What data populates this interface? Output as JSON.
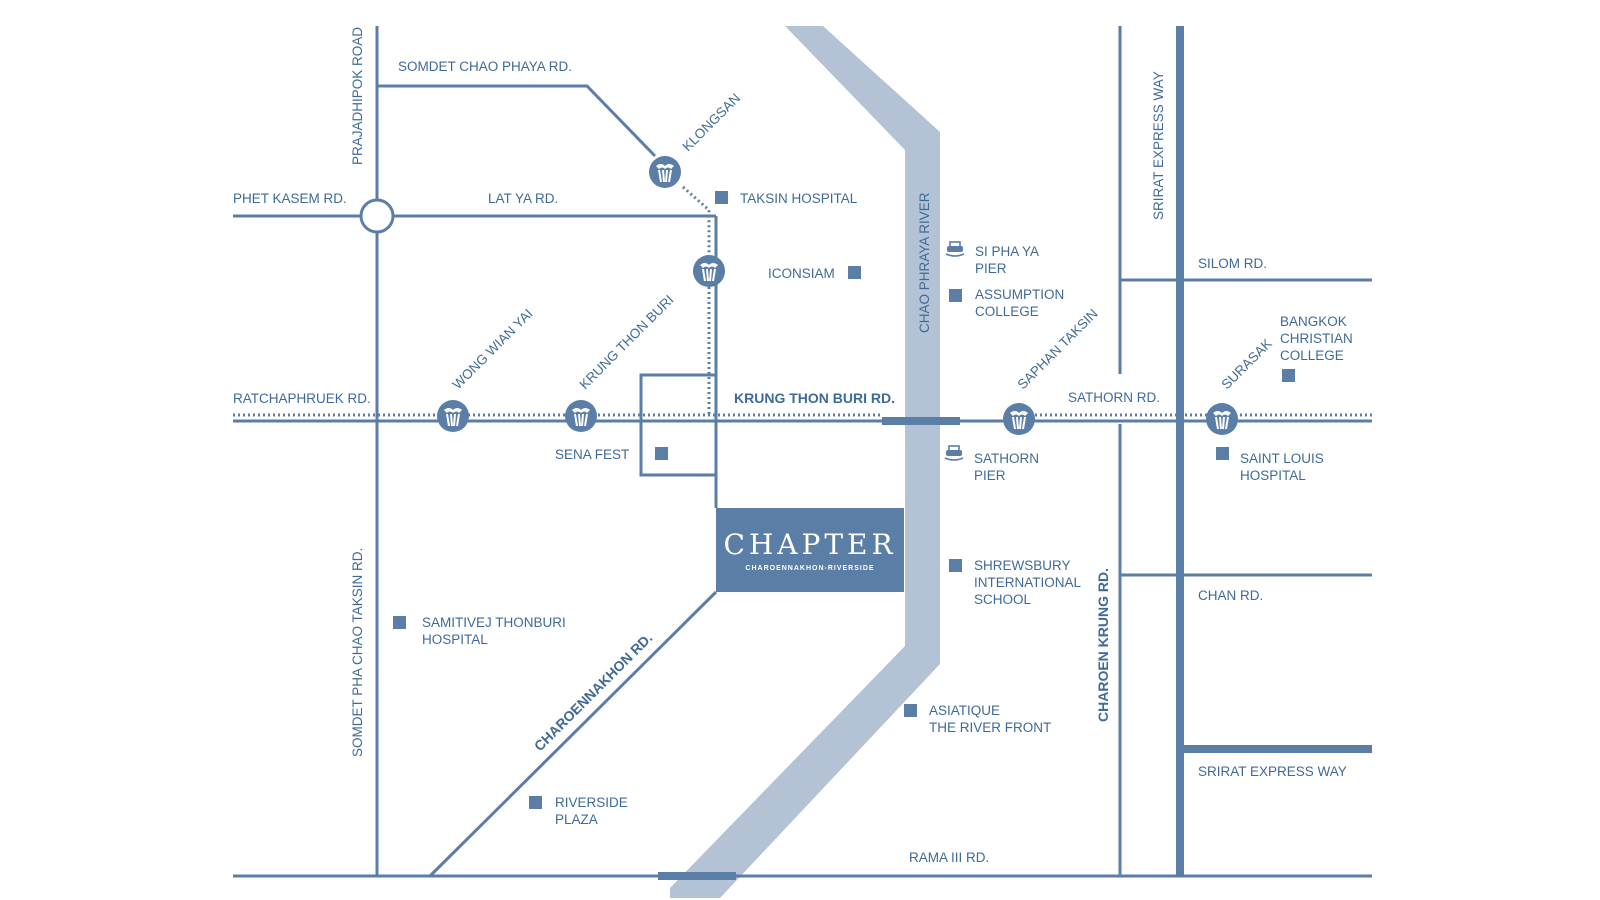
{
  "brand": {
    "name": "CHAPTER",
    "tagline": "CHAROENNAKHON-RIVERSIDE"
  },
  "colors": {
    "road": "#5b7ea6",
    "river": "#b3c2d5",
    "text": "#3f6a98",
    "brand_box": "#5b7ea6",
    "background": "#ffffff"
  },
  "roads": {
    "somdet_chao_phaya": "SOMDET CHAO PHAYA RD.",
    "prajadhipok": "PRAJADHIPOK ROAD",
    "phet_kasem": "PHET KASEM RD.",
    "lat_ya": "LAT YA RD.",
    "ratchaphruek": "RATCHAPHRUEK RD.",
    "krung_thon_buri": "KRUNG THON BURI RD.",
    "somdet_pha_chao_taksin": "SOMDET PHA CHAO TAKSIN RD.",
    "charoennakhon": "CHAROENNAKHON RD.",
    "chao_phraya_river": "CHAO PHRAYA RIVER",
    "sathorn": "SATHORN RD.",
    "srirat_express_way_vertical": "SRIRAT EXPRESS WAY",
    "silom": "SILOM RD.",
    "chan": "CHAN RD.",
    "charoen_krung": "CHAROEN KRUNG RD.",
    "srirat_express_way": "SRIRAT EXPRESS WAY",
    "rama_iii": "RAMA III RD."
  },
  "stations": {
    "klongsan": "KLONGSAN",
    "wong_wian_yai": "WONG WIAN YAI",
    "krung_thon_buri": "KRUNG THON BURI",
    "saphan_taksin": "SAPHAN TAKSIN",
    "surasak": "SURASAK"
  },
  "landmarks": {
    "taksin_hospital": [
      "TAKSIN HOSPITAL"
    ],
    "iconsiam": [
      "ICONSIAM"
    ],
    "si_pha_ya_pier": [
      "SI PHA YA",
      "PIER"
    ],
    "assumption_college": [
      "ASSUMPTION",
      "COLLEGE"
    ],
    "bangkok_christian_college": [
      "BANGKOK",
      "CHRISTIAN",
      "COLLEGE"
    ],
    "sena_fest": [
      "SENA FEST"
    ],
    "sathorn_pier": [
      "SATHORN",
      "PIER"
    ],
    "saint_louis_hospital": [
      "SAINT LOUIS",
      "HOSPITAL"
    ],
    "shrewsbury": [
      "SHREWSBURY",
      "INTERNATIONAL",
      "SCHOOL"
    ],
    "samitivej": [
      "SAMITIVEJ THONBURI",
      "HOSPITAL"
    ],
    "asiatique": [
      "ASIATIQUE",
      "THE RIVER FRONT"
    ],
    "riverside_plaza": [
      "RIVERSIDE",
      "PLAZA"
    ]
  },
  "icons": {
    "station": "bts-station-icon",
    "pier": "boat-icon",
    "landmark": "square-marker-icon",
    "intersection": "roundabout-icon"
  }
}
